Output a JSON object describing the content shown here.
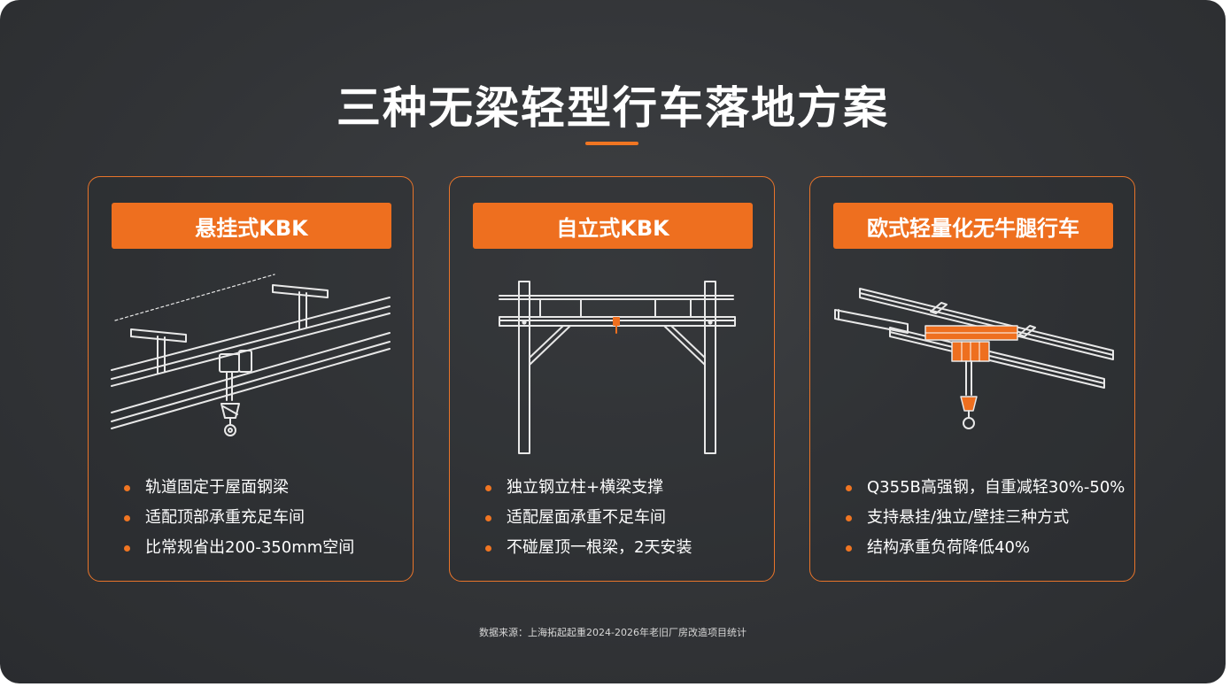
{
  "title": "三种无梁轻型行车落地方案",
  "accent_color": "#ee6f1f",
  "cards": [
    {
      "header": "悬挂式KBK",
      "illustration": "suspended-kbk-crane",
      "bullets": [
        "轨道固定于屋面钢梁",
        "适配顶部承重充足车间",
        "比常规省出200-350mm空间"
      ]
    },
    {
      "header": "自立式KBK",
      "illustration": "freestanding-kbk-crane",
      "bullets": [
        "独立钢立柱+横梁支撑",
        "适配屋面承重不足车间",
        "不碰屋顶一根梁，2天安装"
      ]
    },
    {
      "header": "欧式轻量化无牛腿行车",
      "illustration": "european-lightweight-crane",
      "bullets": [
        "Q355B高强钢，自重减轻30%-50%",
        "支持悬挂/独立/壁挂三种方式",
        "结构承重负荷降低40%"
      ]
    }
  ],
  "footer": "数据来源：上海拓起起重2024-2026年老旧厂房改造项目统计"
}
